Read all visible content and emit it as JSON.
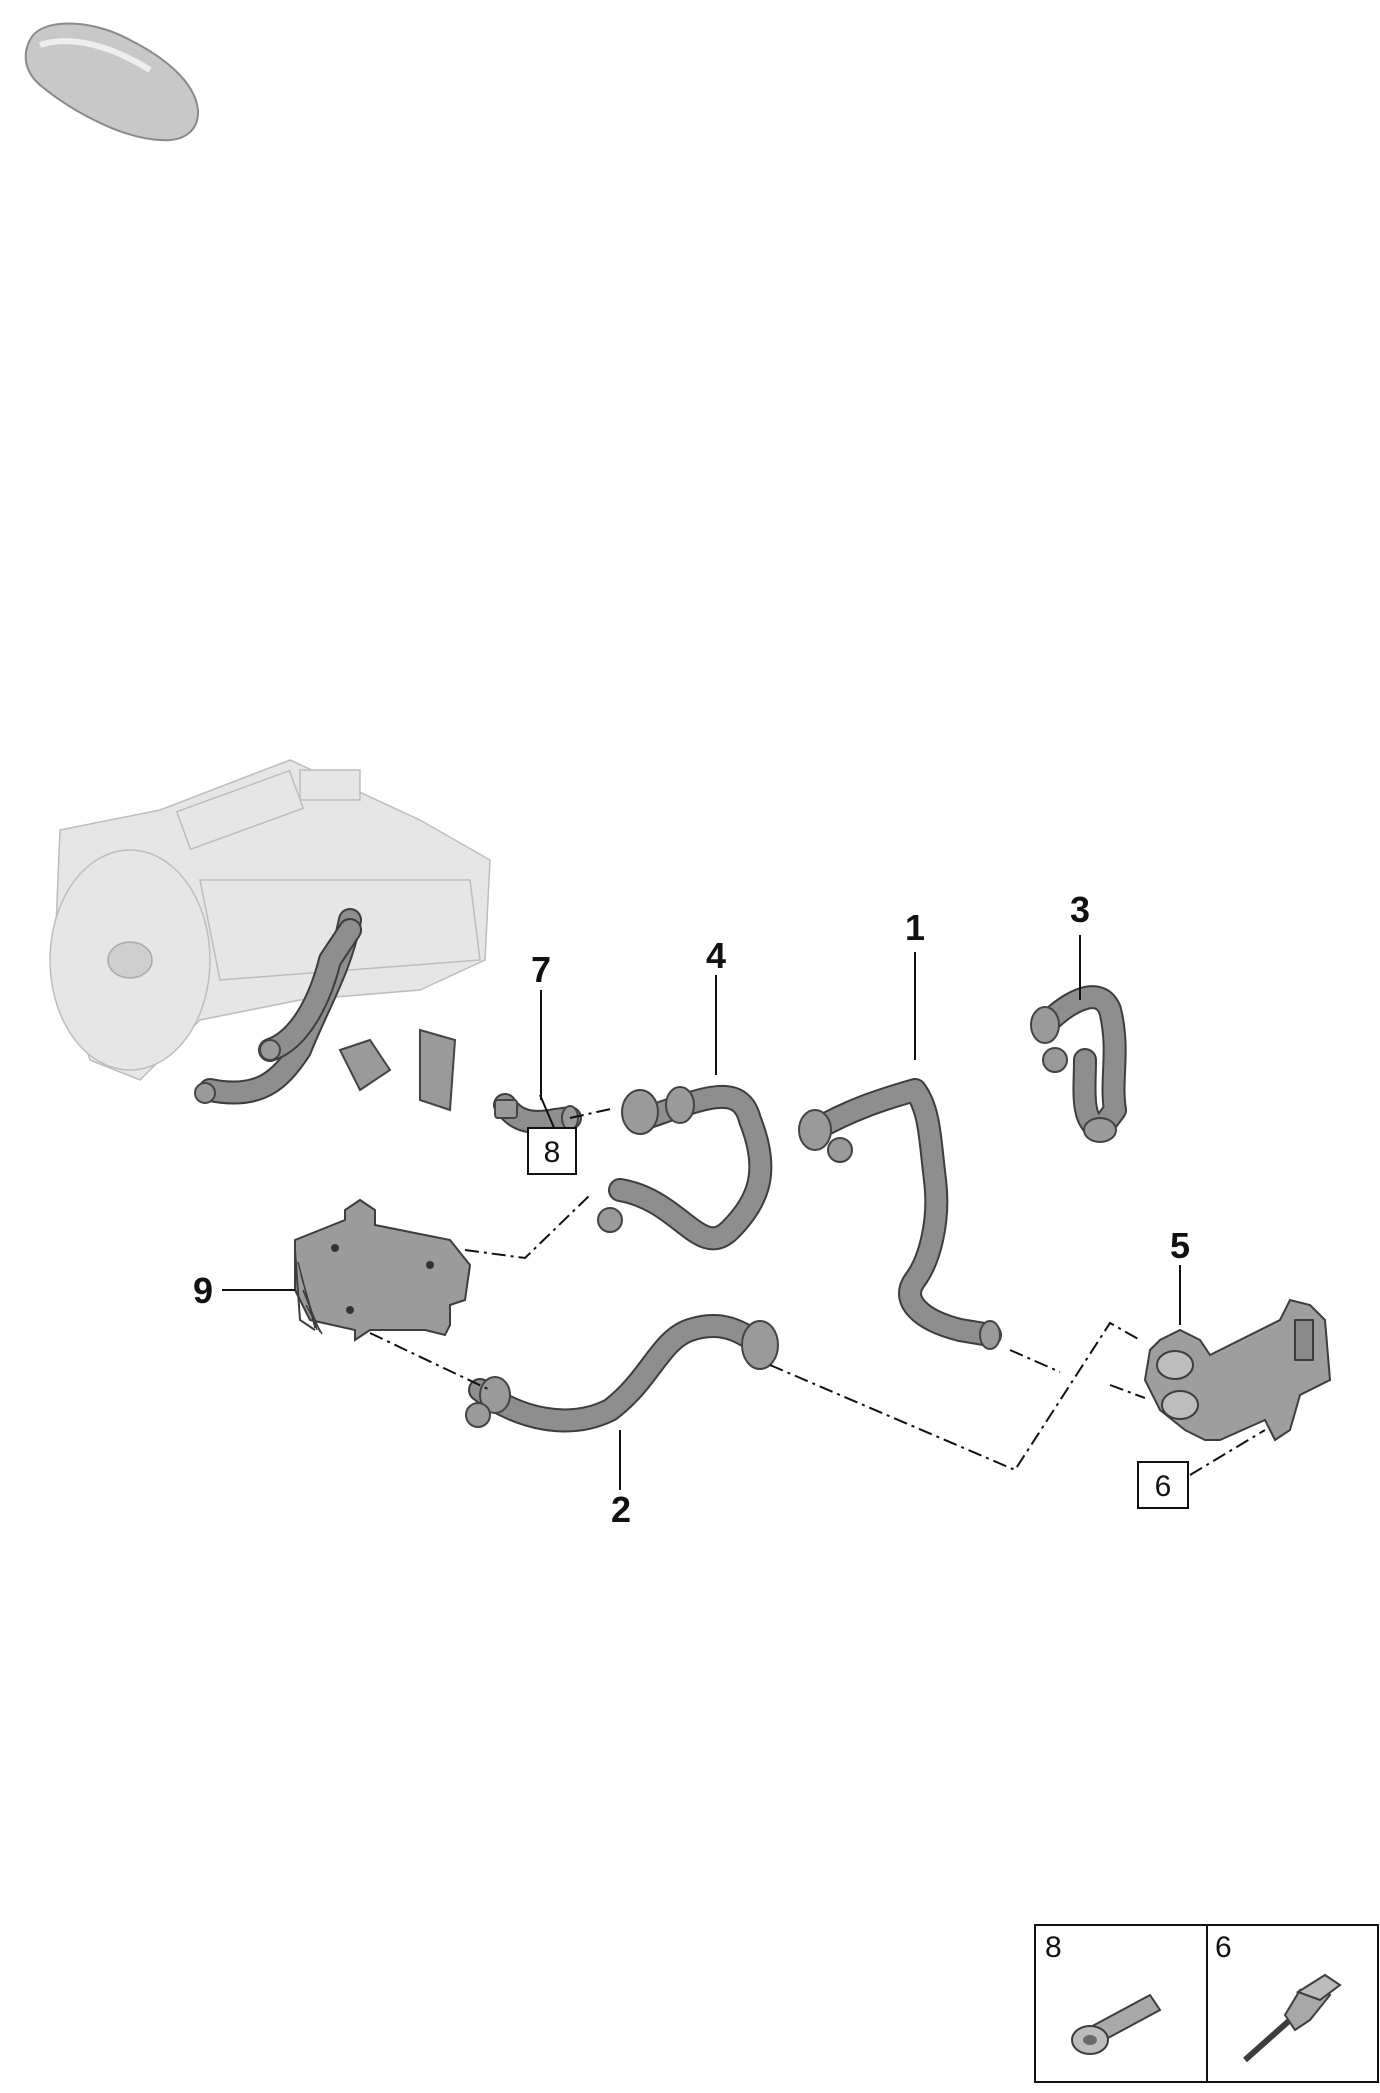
{
  "callouts": {
    "c1": "1",
    "c2": "2",
    "c3": "3",
    "c4": "4",
    "c5": "5",
    "c7": "7",
    "c9": "9",
    "box6": "6",
    "box8": "8"
  },
  "legend": {
    "left_label": "8",
    "right_label": "6"
  },
  "icons": {
    "car": "car-silhouette-icon",
    "motor": "electric-motor-assembly",
    "screw": "screw-icon",
    "rivet": "rivet-icon"
  }
}
